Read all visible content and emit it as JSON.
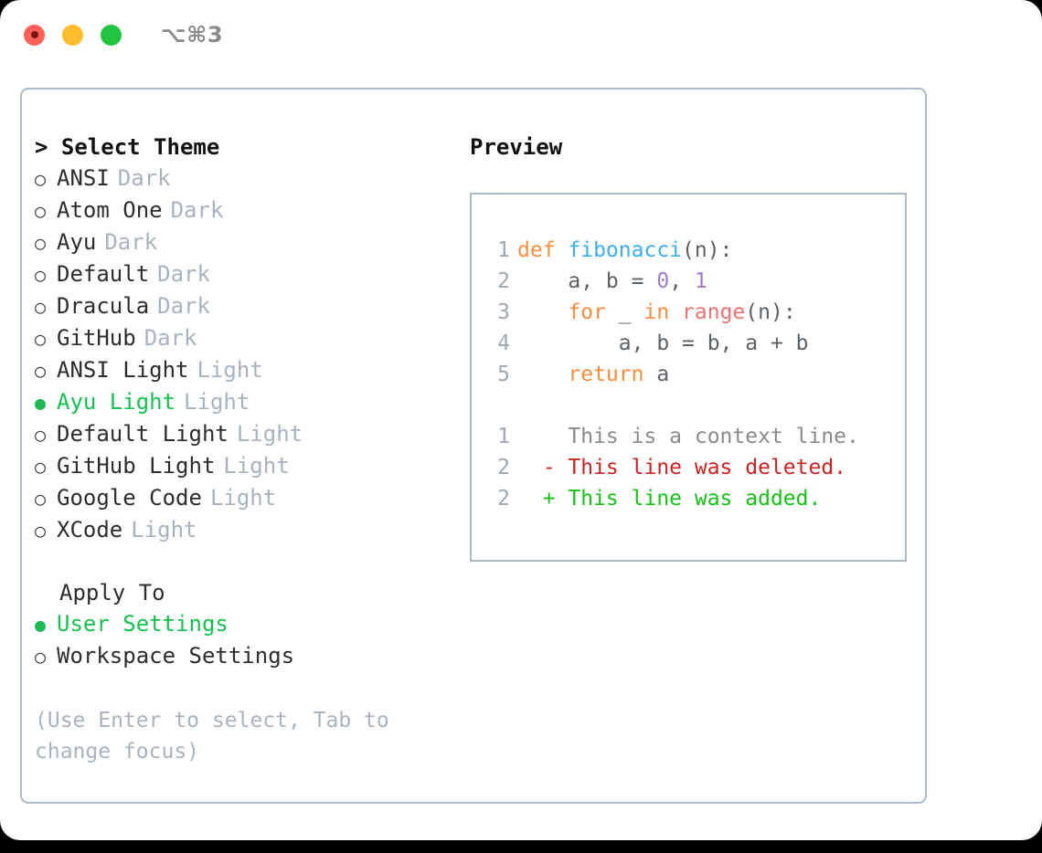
{
  "titlebar": {
    "shortcut": "⌥⌘3",
    "lights": [
      {
        "name": "close",
        "color": "#ff6159"
      },
      {
        "name": "minimize",
        "color": "#ffbd2e"
      },
      {
        "name": "maximize",
        "color": "#22c53e"
      }
    ]
  },
  "theme_picker": {
    "heading": "> Select Theme",
    "bullet_selected": "●",
    "bullet_unselected": "○",
    "options": [
      {
        "label": "ANSI",
        "tag": "Dark",
        "selected": false
      },
      {
        "label": "Atom One",
        "tag": "Dark",
        "selected": false
      },
      {
        "label": "Ayu",
        "tag": "Dark",
        "selected": false
      },
      {
        "label": "Default",
        "tag": "Dark",
        "selected": false
      },
      {
        "label": "Dracula",
        "tag": "Dark",
        "selected": false
      },
      {
        "label": "GitHub",
        "tag": "Dark",
        "selected": false
      },
      {
        "label": "ANSI Light",
        "tag": "Light",
        "selected": false
      },
      {
        "label": "Ayu Light",
        "tag": "Light",
        "selected": true
      },
      {
        "label": "Default Light",
        "tag": "Light",
        "selected": false
      },
      {
        "label": "GitHub Light",
        "tag": "Light",
        "selected": false
      },
      {
        "label": "Google Code",
        "tag": "Light",
        "selected": false
      },
      {
        "label": "XCode",
        "tag": "Light",
        "selected": false
      }
    ]
  },
  "apply_to": {
    "heading": "Apply To",
    "options": [
      {
        "label": "User Settings",
        "selected": true
      },
      {
        "label": "Workspace Settings",
        "selected": false
      }
    ]
  },
  "hint": "(Use Enter to select, Tab to change focus)",
  "preview": {
    "title": "Preview",
    "code_lines": [
      {
        "lineno": "1",
        "tokens": [
          {
            "t": "def ",
            "c": "kw"
          },
          {
            "t": "fibonacci",
            "c": "fn"
          },
          {
            "t": "(n):",
            "c": "punc"
          }
        ]
      },
      {
        "lineno": "2",
        "tokens": [
          {
            "t": "    a, b = ",
            "c": "var"
          },
          {
            "t": "0",
            "c": "num"
          },
          {
            "t": ", ",
            "c": "punc"
          },
          {
            "t": "1",
            "c": "num"
          }
        ]
      },
      {
        "lineno": "3",
        "tokens": [
          {
            "t": "    ",
            "c": "var"
          },
          {
            "t": "for",
            "c": "kw"
          },
          {
            "t": " _ ",
            "c": "var"
          },
          {
            "t": "in",
            "c": "kw"
          },
          {
            "t": " ",
            "c": "var"
          },
          {
            "t": "range",
            "c": "call"
          },
          {
            "t": "(n):",
            "c": "punc"
          }
        ]
      },
      {
        "lineno": "4",
        "tokens": [
          {
            "t": "        a, b = b, a + b",
            "c": "var"
          }
        ]
      },
      {
        "lineno": "5",
        "tokens": [
          {
            "t": "    ",
            "c": "var"
          },
          {
            "t": "return",
            "c": "kw"
          },
          {
            "t": " a",
            "c": "var"
          }
        ]
      }
    ],
    "diff_lines": [
      {
        "lineno": "1",
        "marker": " ",
        "text": "This is a context line.",
        "kind": "ctx"
      },
      {
        "lineno": "2",
        "marker": "-",
        "text": "This line was deleted.",
        "kind": "del"
      },
      {
        "lineno": "2",
        "marker": "+",
        "text": "This line was added.",
        "kind": "add"
      }
    ]
  },
  "colors": {
    "accent_green": "#16c250",
    "border": "#aeb8c6",
    "muted": "#a8b2c1",
    "keyword": "#fa8d3e",
    "function": "#39afee",
    "number": "#a37acc",
    "call": "#f07171",
    "diff_delete": "#cc2222",
    "diff_add": "#14c414"
  }
}
